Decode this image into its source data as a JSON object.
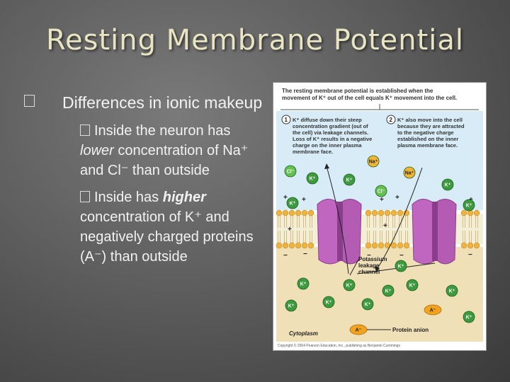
{
  "slide": {
    "title": "Resting Membrane Potential",
    "bullet_main": "Differences in ionic makeup",
    "sub1_text": "Inside the neuron has ",
    "sub1_em": "lower",
    "sub1_rest": " concentration of Na⁺ and Cl⁻ than outside",
    "sub2_text": "Inside has ",
    "sub2_em": "higher",
    "sub2_rest": " concentration of K⁺ and negatively charged proteins (A⁻) than outside"
  },
  "figure": {
    "header1": "The resting membrane potential is established when the",
    "header2": "movement of K⁺ out of the cell equals K⁺ movement into the cell.",
    "step1_num": "1",
    "step1_lines": [
      "K⁺ diffuse down their steep",
      "concentration gradient (out of",
      "the cell) via leakage channels.",
      "Loss of K⁺ results in a negative",
      "charge on the inner plasma",
      "membrane face."
    ],
    "step2_num": "2",
    "step2_lines": [
      "K⁺ also move into the cell",
      "because they are attracted",
      "to the negative charge",
      "established on the inner",
      "plasma membrane face."
    ],
    "channel_label": [
      "Potassium",
      "leakage",
      "channel"
    ],
    "cytoplasm_label": "Cytoplasm",
    "protein_label": "Protein anion",
    "copyright": "Copyright © 2004 Pearson Education, Inc., publishing as Benjamin Cummings",
    "ions": {
      "k": "K⁺",
      "na": "Na⁺",
      "cl": "Cl⁻",
      "a": "A⁻"
    },
    "colors": {
      "k": "#3e9a3e",
      "na": "#f2b632",
      "cl": "#63c24f",
      "a": "#f3a31e",
      "channel": "#c066c0",
      "cytoplasm": "#efe0b7",
      "extracellular": "#d7ecf6"
    }
  }
}
